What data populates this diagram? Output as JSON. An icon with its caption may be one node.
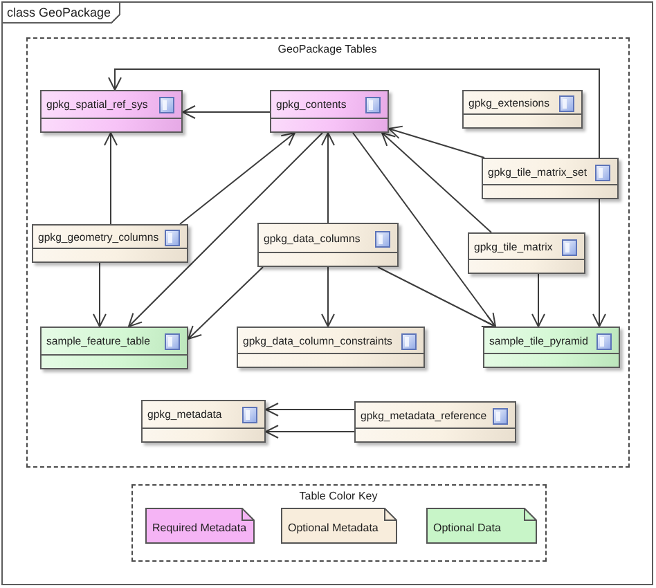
{
  "diagram": {
    "nodes": [
      {
        "text": [
          "class GeoPackage"
        ]
      },
      {
        "text": [
          "GeoPackage Tables"
        ],
        "in": 0
      },
      {
        "text": [
          "gpkg_spatial_ref_sys"
        ],
        "in": 1
      },
      {
        "text": [
          "gpkg_contents"
        ],
        "in": 1
      },
      {
        "text": [
          "gpkg_extensions"
        ],
        "in": 1
      },
      {
        "text": [
          "gpkg_tile_matrix_set"
        ],
        "in": 1
      },
      {
        "text": [
          "gpkg_geometry_columns"
        ],
        "in": 1
      },
      {
        "text": [
          "gpkg_data_columns"
        ],
        "in": 1
      },
      {
        "text": [
          "gpkg_tile_matrix"
        ],
        "in": 1
      },
      {
        "text": [
          "sample_feature_table"
        ],
        "in": 1
      },
      {
        "text": [
          "gpkg_data_column_constraints"
        ],
        "in": 1
      },
      {
        "text": [
          "sample_tile_pyramid"
        ],
        "in": 1
      },
      {
        "text": [
          "gpkg_metadata"
        ],
        "in": 1
      },
      {
        "text": [
          "gpkg_metadata_reference"
        ],
        "in": 1
      },
      {
        "text": [
          "Table Color Key"
        ],
        "in": 0
      }
    ],
    "edges": [
      {
        "from": 3,
        "to": 2,
        "arrow": "to"
      },
      {
        "from": 5,
        "to": 2,
        "arrow": "to"
      },
      {
        "from": 5,
        "to": 3,
        "arrow": "to"
      },
      {
        "from": 6,
        "to": 2,
        "arrow": "to"
      },
      {
        "from": 6,
        "to": 3,
        "arrow": "to"
      },
      {
        "from": 3,
        "to": 9,
        "arrow": "to"
      },
      {
        "from": 7,
        "to": 3,
        "arrow": "to"
      },
      {
        "from": 3,
        "to": 11,
        "arrow": "to"
      },
      {
        "from": 8,
        "to": 3,
        "arrow": "to"
      },
      {
        "from": 6,
        "to": 9,
        "arrow": "to"
      },
      {
        "from": 7,
        "to": 9,
        "arrow": "to"
      },
      {
        "from": 7,
        "to": 10,
        "arrow": "to"
      },
      {
        "from": 7,
        "to": 11,
        "arrow": "to"
      },
      {
        "from": 8,
        "to": 11,
        "arrow": "to"
      },
      {
        "from": 5,
        "to": 11,
        "arrow": "to"
      },
      {
        "from": 13,
        "to": 12,
        "arrow": "to"
      },
      {
        "from": 13,
        "to": 12,
        "arrow": "to"
      }
    ],
    "legend": [
      {
        "text": "Required Metadata",
        "color": "#f5b4f5"
      },
      {
        "text": "Optional Metadata",
        "color": "#f8eddc"
      },
      {
        "text": "Optional Data",
        "color": "#c8f5c8"
      }
    ]
  }
}
